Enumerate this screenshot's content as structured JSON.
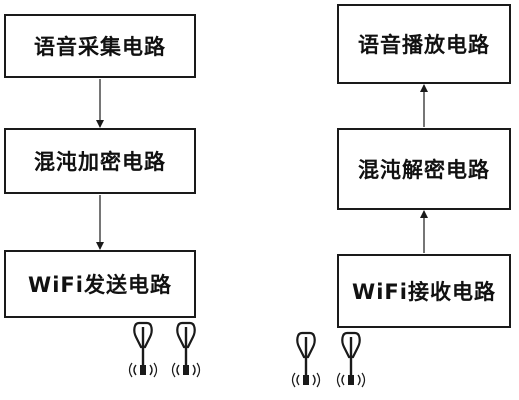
{
  "diagram": {
    "left_column": [
      {
        "label": "语音采集电路"
      },
      {
        "label": "混沌加密电路"
      },
      {
        "label": "WiFi发送电路"
      }
    ],
    "right_column": [
      {
        "label": "语音播放电路"
      },
      {
        "label": "混沌解密电路"
      },
      {
        "label": "WiFi接收电路"
      }
    ],
    "edges": [
      {
        "from": "语音采集电路",
        "to": "混沌加密电路"
      },
      {
        "from": "混沌加密电路",
        "to": "WiFi发送电路"
      },
      {
        "from": "WiFi接收电路",
        "to": "混沌解密电路"
      },
      {
        "from": "混沌解密电路",
        "to": "语音播放电路"
      }
    ],
    "icons": {
      "transmit": [
        "antenna-icon",
        "antenna-icon"
      ],
      "receive": [
        "antenna-icon",
        "antenna-icon"
      ]
    }
  }
}
